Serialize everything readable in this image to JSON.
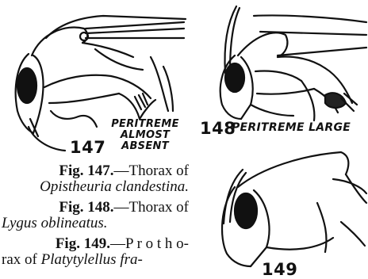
{
  "figures": [
    {
      "number": "147",
      "label_lines": [
        "PERITREME",
        "ALMOST",
        "ABSENT"
      ]
    },
    {
      "number": "148",
      "label": "PERITREME LARGE"
    },
    {
      "number": "149"
    }
  ],
  "captions": [
    {
      "fig": "Fig. 147.",
      "sep": "—Thorax of",
      "species": "Opistheuria clandestina."
    },
    {
      "fig": "Fig. 148.",
      "sep": "—Thorax of",
      "species": "Lygus oblineatus."
    },
    {
      "fig": "Fig. 149.",
      "sep": "—P r o t h o-",
      "line2_plain": "rax of ",
      "line2_species": "Platytylellus fra-"
    }
  ]
}
